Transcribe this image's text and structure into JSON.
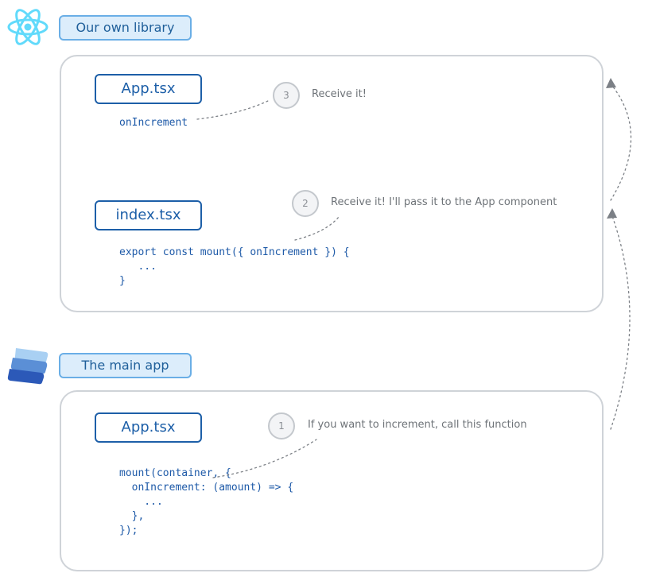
{
  "library_section": {
    "label": "Our own library",
    "logo_icon": "react-logo-icon",
    "app_file": {
      "name": "App.tsx",
      "code": "onIncrement"
    },
    "index_file": {
      "name": "index.tsx",
      "code": "export const mount({ onIncrement }) {\n   ...\n}"
    }
  },
  "main_section": {
    "label": "The main app",
    "logo_icon": "stack-logo-icon",
    "app_file": {
      "name": "App.tsx",
      "code": "mount(container, {\n  onIncrement: (amount) => {\n    ...\n  },\n});"
    }
  },
  "steps": [
    {
      "number": "1",
      "note": "If you want to increment, call this function"
    },
    {
      "number": "2",
      "note": "Receive it! I'll pass it to the App component"
    },
    {
      "number": "3",
      "note": "Receive it!"
    }
  ],
  "colors": {
    "accent": "#1d5fa8",
    "label_fill": "#dcedfb",
    "panel_border": "#cfd3d8",
    "react_logo": "#61dafb"
  }
}
